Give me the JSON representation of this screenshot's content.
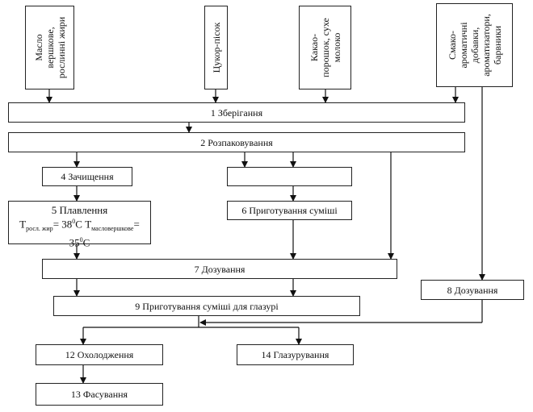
{
  "inputs": {
    "butter": [
      "Масло",
      "вершкове,",
      "рослинні жири"
    ],
    "sugar": "Цукор-пісок",
    "cocoa": [
      "Какао-",
      "порошок, сухе",
      "молоко"
    ],
    "flavor": [
      "Смако-",
      "ароматичні",
      "добавки,",
      "ароматизатори,",
      "барвники"
    ]
  },
  "steps": {
    "s1": "1 Зберігання",
    "s2": "2 Розпаковування",
    "s3": "",
    "s4": "4 Зачищення",
    "s5_title": "5 Плавлення",
    "s5_t1": "Т",
    "s5_t1_sub": "росл. жир",
    "s5_t1_val": "= 38",
    "s5_sup1": "0",
    "s5_c1": "С Т",
    "s5_t2_sub": "масловершкове",
    "s5_t2_eq": "=",
    "s5_t2_val": "35",
    "s5_sup2": "0",
    "s5_c2": "С",
    "s6": "6 Приготування суміші",
    "s7": "7 Дозування",
    "s8": "8 Дозування",
    "s9": "9 Приготування суміші для глазурі",
    "s12": "12 Охолодження",
    "s13": "13 Фасування",
    "s14": "14 Глазурування"
  }
}
